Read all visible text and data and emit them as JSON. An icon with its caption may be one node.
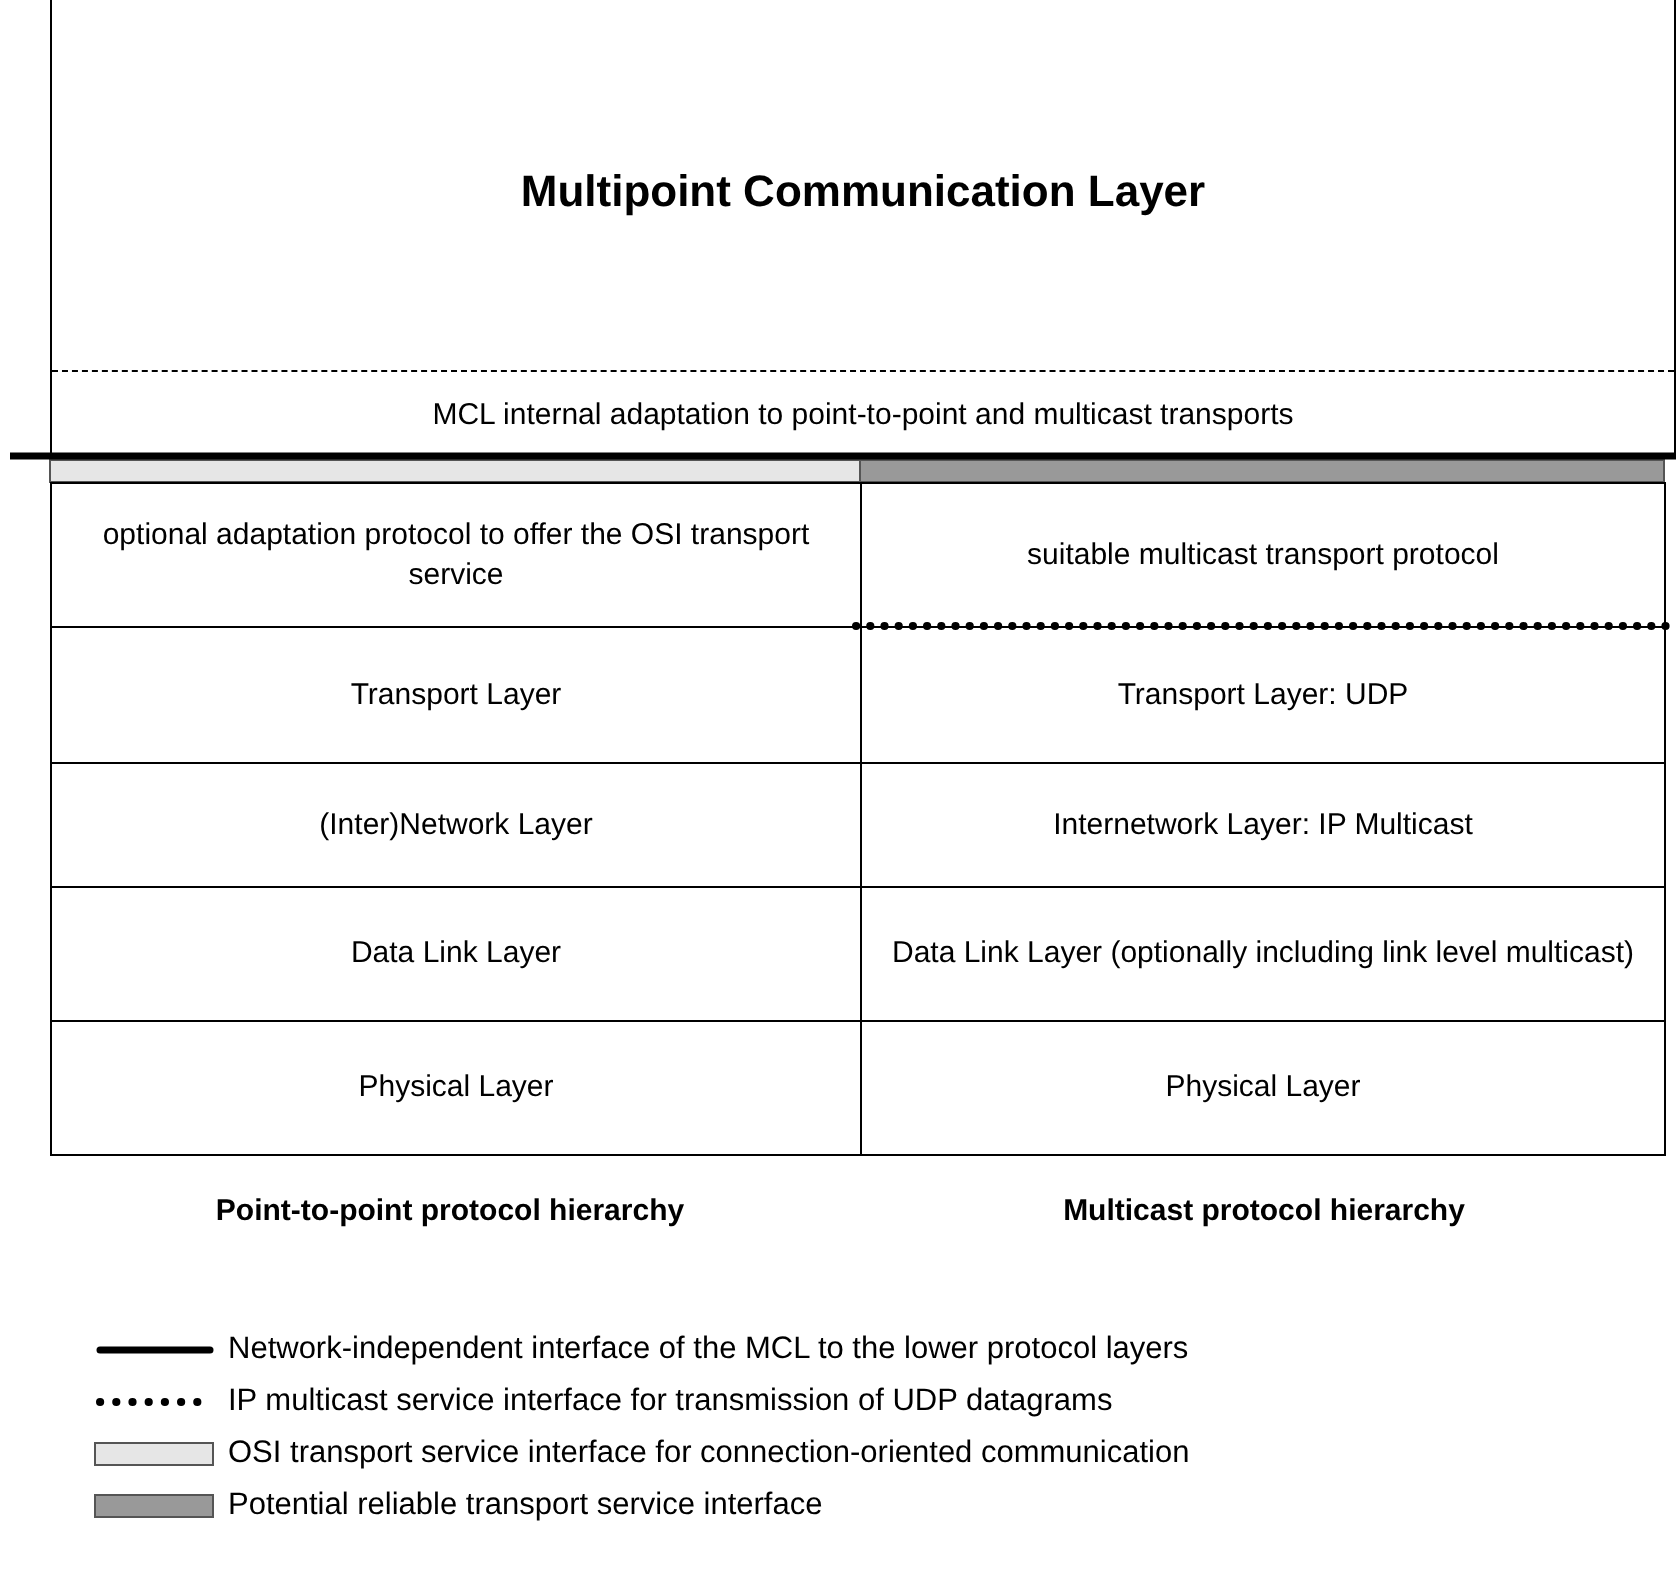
{
  "diagram": {
    "nodes": [
      {
        "text": [
          "Multipoint Communication Layer"
        ]
      },
      {
        "text": [
          "MCL internal adaptation to point-to-point and multicast transports"
        ],
        "in": 0
      },
      {
        "text": [
          "optional adaptation protocol to offer the OSI transport service"
        ]
      },
      {
        "text": [
          "suitable multicast transport protocol"
        ]
      },
      {
        "text": [
          "Transport Layer"
        ]
      },
      {
        "text": [
          "Transport Layer: UDP"
        ]
      },
      {
        "text": [
          "(Inter)Network Layer"
        ]
      },
      {
        "text": [
          "Internetwork Layer: IP Multicast"
        ]
      },
      {
        "text": [
          "Data Link Layer"
        ]
      },
      {
        "text": [
          "Data Link Layer (optionally including link level multicast)"
        ]
      },
      {
        "text": [
          "Physical Layer"
        ]
      },
      {
        "text": [
          "Physical Layer"
        ]
      }
    ],
    "labels": [
      "Point-to-point protocol hierarchy",
      "Multicast protocol hierarchy"
    ],
    "legend": [
      {
        "text": "Network-independent interface of the MCL to the lower protocol layers"
      },
      {
        "text": "IP multicast service interface for transmission of UDP datagrams"
      },
      {
        "text": "OSI transport service interface for connection-oriented communication",
        "color": "#e6e6e6"
      },
      {
        "text": "Potential reliable transport service interface",
        "color": "#999999"
      }
    ]
  }
}
